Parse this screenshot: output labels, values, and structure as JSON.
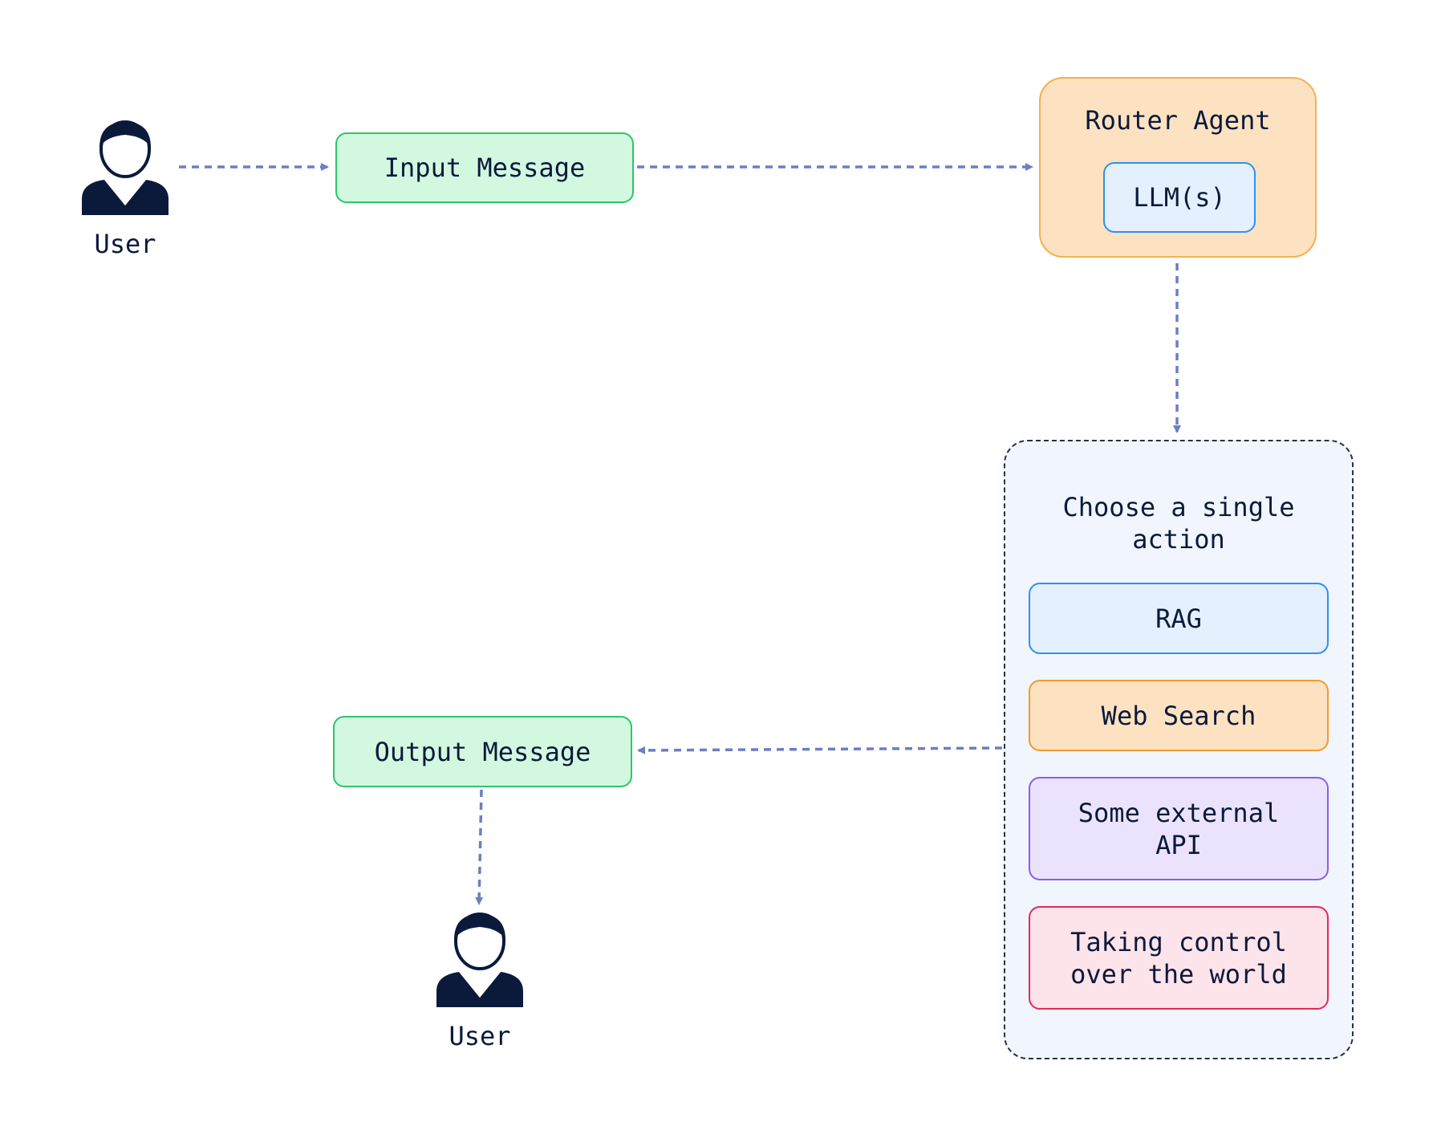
{
  "nodes": {
    "user_top": "User",
    "input_message": "Input Message",
    "router_agent": "Router Agent",
    "llm": "LLM(s)",
    "action_group_title": "Choose a single\naction",
    "actions": [
      {
        "label": "RAG",
        "color": "#e4f0fd",
        "border": "#2f8ff0"
      },
      {
        "label": "Web Search",
        "color": "#fde2c2",
        "border": "#f39a2b"
      },
      {
        "label": "Some external\nAPI",
        "color": "#ebe3fd",
        "border": "#8a5cf0"
      },
      {
        "label": "Taking control\nover the world",
        "color": "#fde3ea",
        "border": "#e6285a"
      }
    ],
    "output_message": "Output Message",
    "user_bottom": "User"
  },
  "colors": {
    "arrow": "#6b7fc1",
    "text": "#0b1a3b",
    "message_fill": "#d3f8e0",
    "message_border": "#2ec46b",
    "router_fill": "#fde2c2",
    "router_border": "#f5b04f",
    "group_fill": "#f1f5fd",
    "icon": "#0b1a3b"
  },
  "icons": {
    "user_top": "user-icon",
    "user_bottom": "user-icon"
  },
  "edges": [
    {
      "from": "User",
      "to": "Input Message",
      "style": "dashed"
    },
    {
      "from": "Input Message",
      "to": "Router Agent",
      "style": "dashed"
    },
    {
      "from": "Router Agent",
      "to": "Choose a single action",
      "style": "dashed"
    },
    {
      "from": "Choose a single action",
      "to": "Output Message",
      "style": "dashed"
    },
    {
      "from": "Output Message",
      "to": "User",
      "style": "dashed"
    }
  ]
}
